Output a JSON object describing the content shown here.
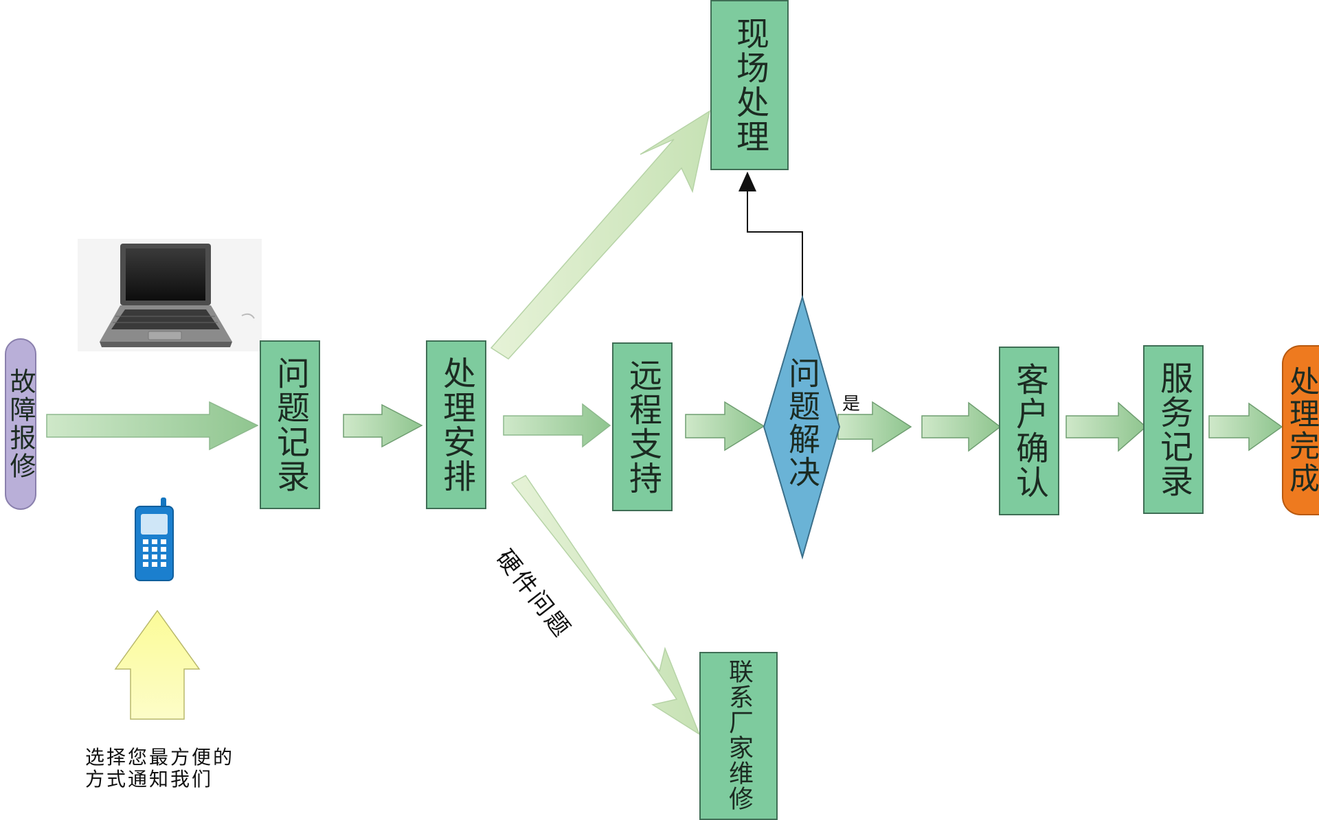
{
  "nodes": {
    "start": "故障报修",
    "record": "问题记录",
    "arrange": "处理安排",
    "onsite": "现场处理",
    "remote": "远程支持",
    "decision": "问题解决",
    "confirm": "客户确认",
    "service_record": "服务记录",
    "vendor": "联系厂家维修",
    "end": "处理完成"
  },
  "labels": {
    "yes": "是",
    "hardware": "硬件问题",
    "notify": "选择您最方便的\n方式通知我们"
  },
  "colors": {
    "process": "#7ecb9e",
    "start": "#b9afd8",
    "end": "#ee7a1f",
    "decision": "#6ab3d6",
    "arrow_green": "#92c795",
    "arrow_yellow": "#fbfba0"
  }
}
